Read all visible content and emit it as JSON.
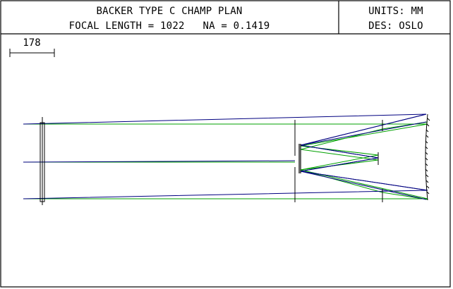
{
  "title_block": {
    "title": "BACKER TYPE C CHAMP PLAN",
    "subtitle": "FOCAL LENGTH = 1022   NA = 0.1419",
    "units": "UNITS: MM",
    "designer": "DES: OSLO"
  },
  "scale_bar": {
    "value": "178"
  },
  "colors": {
    "frame": "#000000",
    "ray_on_axis": "#000080",
    "ray_off_axis": "#00a000",
    "elements": "#000000"
  }
}
